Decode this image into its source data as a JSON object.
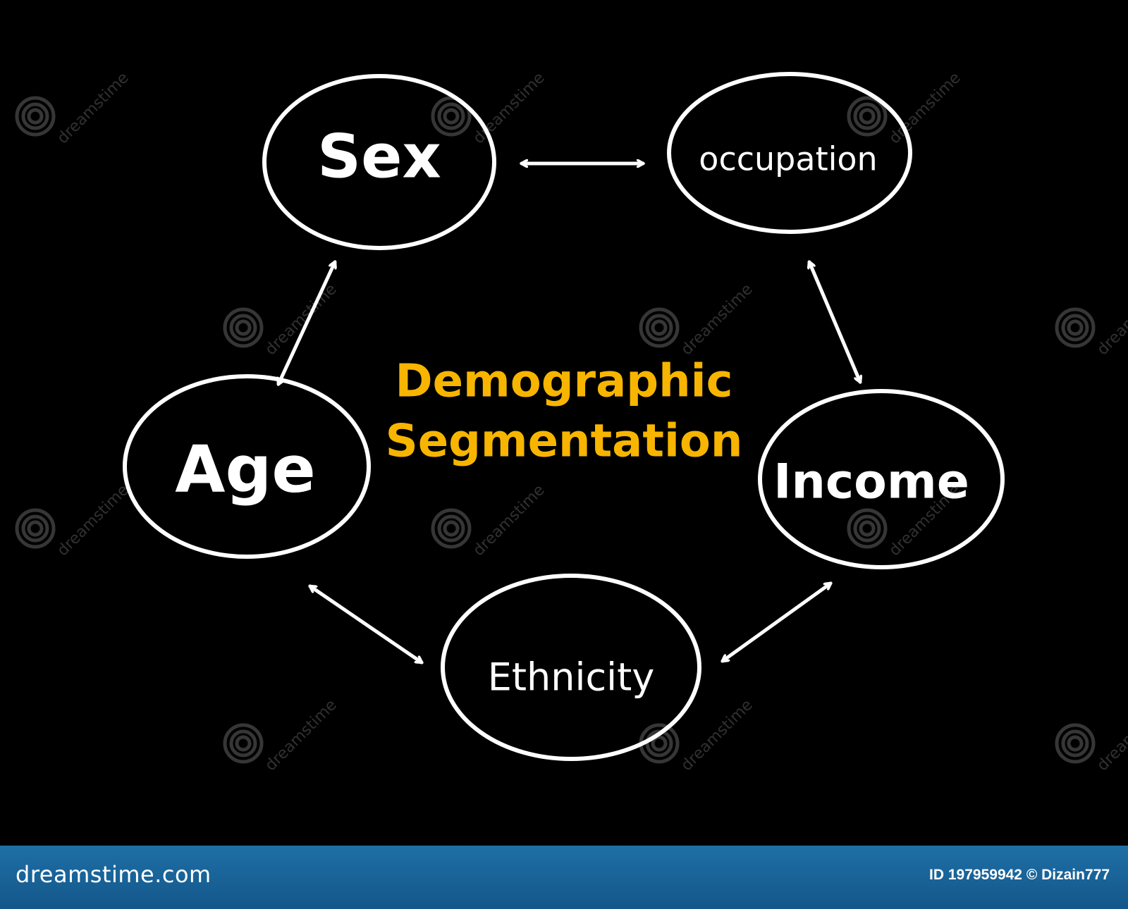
{
  "diagram": {
    "title_line1": "Demographic",
    "title_line2": "Segmentation",
    "title_color": "#f7b500",
    "stroke_color": "#ffffff",
    "background_color": "#000000",
    "nodes": [
      {
        "id": "sex",
        "label": "Sex"
      },
      {
        "id": "occupation",
        "label": "occupation"
      },
      {
        "id": "income",
        "label": "Income"
      },
      {
        "id": "ethnicity",
        "label": "Ethnicity"
      },
      {
        "id": "age",
        "label": "Age"
      }
    ],
    "edges": [
      {
        "from": "sex",
        "to": "occupation",
        "direction": "both"
      },
      {
        "from": "occupation",
        "to": "income",
        "direction": "both"
      },
      {
        "from": "income",
        "to": "ethnicity",
        "direction": "both"
      },
      {
        "from": "ethnicity",
        "to": "age",
        "direction": "both"
      },
      {
        "from": "age",
        "to": "sex",
        "direction": "both"
      }
    ]
  },
  "watermark": {
    "text": "dreamstime",
    "icon": "spiral-icon"
  },
  "footer": {
    "brand": "dreamstime.com",
    "image_id": "ID 197959942 © Dizain777",
    "background_color": "#1a649a"
  }
}
